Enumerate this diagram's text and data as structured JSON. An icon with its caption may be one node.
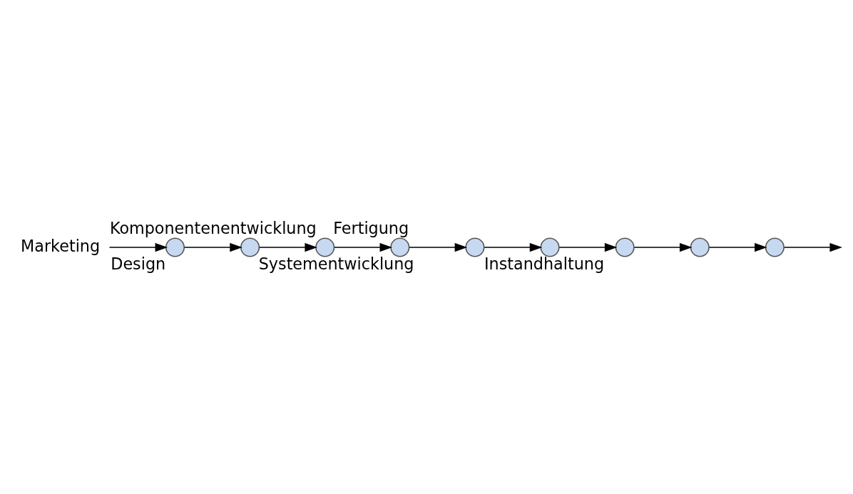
{
  "diagram": {
    "nodes": [
      {
        "text": [
          "Marketing"
        ]
      },
      {
        "text": [],
        "shape": "circle",
        "beside": [
          "Design"
        ]
      },
      {
        "text": [],
        "shape": "circle",
        "beside": [
          "Systementwicklung"
        ]
      },
      {
        "text": [],
        "shape": "circle",
        "beside": [
          "Komponentenentwicklung"
        ]
      },
      {
        "text": [],
        "shape": "circle",
        "beside": [
          "Fertigung"
        ]
      },
      {
        "text": [],
        "shape": "circle",
        "beside": [
          "Instandhaltung"
        ]
      },
      {
        "text": [],
        "shape": "circle"
      },
      {
        "text": [],
        "shape": "circle"
      },
      {
        "text": [],
        "shape": "circle"
      },
      {
        "text": [],
        "shape": "circle"
      }
    ],
    "edges": [
      {
        "from": 0,
        "to": 1,
        "arrow": "to"
      },
      {
        "from": 1,
        "to": 2,
        "arrow": "to"
      },
      {
        "from": 2,
        "to": 3,
        "arrow": "to"
      },
      {
        "from": 3,
        "to": 4,
        "arrow": "to"
      },
      {
        "from": 4,
        "to": 5,
        "arrow": "to"
      },
      {
        "from": 5,
        "to": 6,
        "arrow": "to"
      },
      {
        "from": 6,
        "to": 7,
        "arrow": "to"
      },
      {
        "from": 7,
        "to": 8,
        "arrow": "to"
      },
      {
        "from": 8,
        "to": 9,
        "arrow": "to"
      },
      {
        "from": 9,
        "to": null,
        "arrow": "to"
      }
    ]
  }
}
